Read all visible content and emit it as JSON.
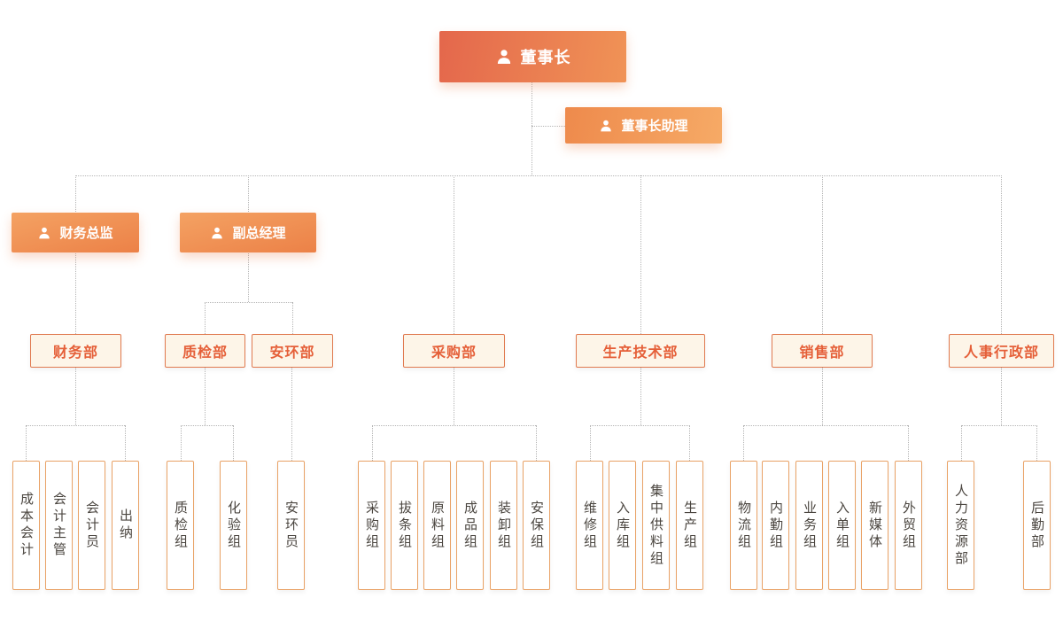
{
  "chairman": {
    "label": "董事长"
  },
  "assistant": {
    "label": "董事长助理"
  },
  "executives": [
    {
      "label": "财务总监"
    },
    {
      "label": "副总经理"
    }
  ],
  "departments": [
    {
      "label": "财务部",
      "children": [
        "成本会计",
        "会计主管",
        "会计员",
        "出纳"
      ]
    },
    {
      "label": "质检部",
      "children": [
        "质检组",
        "化验组"
      ]
    },
    {
      "label": "安环部",
      "children": [
        "安环员"
      ]
    },
    {
      "label": "采购部",
      "children": [
        "采购组",
        "拔条组",
        "原料组",
        "成品组",
        "装卸组",
        "安保组"
      ]
    },
    {
      "label": "生产技术部",
      "children": [
        "维修组",
        "入库组",
        "集中供料组",
        "生产组"
      ]
    },
    {
      "label": "销售部",
      "children": [
        "物流组",
        "内勤组",
        "业务组",
        "入单组",
        "新媒体",
        "外贸组"
      ]
    },
    {
      "label": "人事行政部",
      "children": [
        "人力资源部",
        "后勤部"
      ]
    }
  ],
  "colors": {
    "chairman_gradient_start": "#e4674c",
    "chairman_gradient_end": "#f09356",
    "exec_gradient_start": "#f4a263",
    "exec_gradient_end": "#ec8147",
    "dept_background": "#fdf5e8",
    "dept_border": "#e07a50",
    "dept_text": "#e55f38",
    "leaf_border": "#e9a266",
    "leaf_text": "#4b4640",
    "line": "#b5b5b5"
  }
}
